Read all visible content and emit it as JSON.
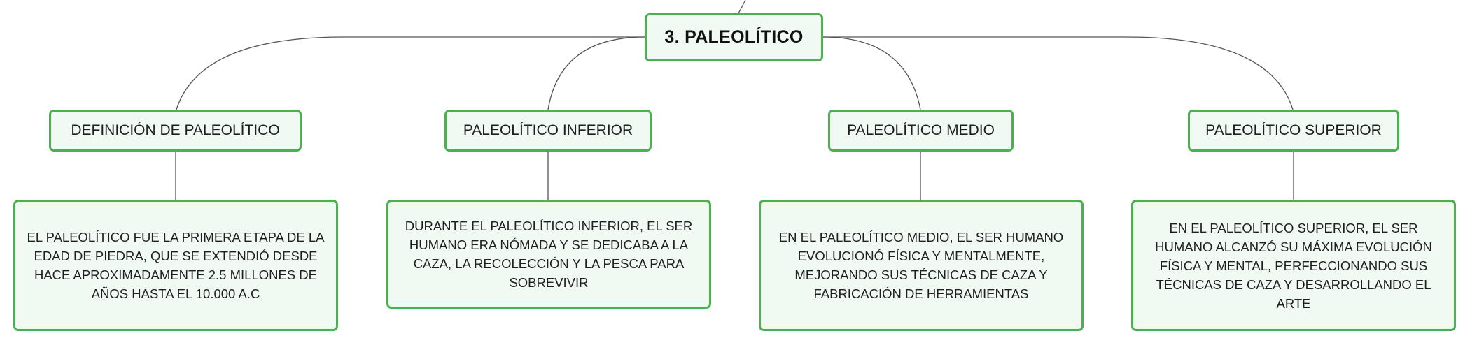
{
  "root": {
    "label": "3. PALEOLÍTICO"
  },
  "branches": [
    {
      "title": "DEFINICIÓN DE PALEOLÍTICO",
      "text": "EL PALEOLÍTICO FUE LA PRIMERA ETAPA DE LA EDAD DE PIEDRA, QUE SE EXTENDIÓ DESDE HACE APROXIMADAMENTE 2.5 MILLONES DE AÑOS HASTA EL 10.000 A.C"
    },
    {
      "title": "PALEOLÍTICO INFERIOR",
      "text": "DURANTE EL PALEOLÍTICO INFERIOR, EL SER HUMANO ERA NÓMADA Y SE DEDICABA A LA CAZA, LA RECOLECCIÓN Y LA PESCA PARA SOBREVIVIR"
    },
    {
      "title": "PALEOLÍTICO MEDIO",
      "text": "EN EL PALEOLÍTICO MEDIO, EL SER HUMANO EVOLUCIONÓ FÍSICA Y MENTALMENTE, MEJORANDO SUS TÉCNICAS DE CAZA Y FABRICACIÓN DE HERRAMIENTAS"
    },
    {
      "title": "PALEOLÍTICO SUPERIOR",
      "text": "EN EL PALEOLÍTICO SUPERIOR, EL SER HUMANO ALCANZÓ SU MÁXIMA EVOLUCIÓN FÍSICA Y MENTAL, PERFECCIONANDO SUS TÉCNICAS DE CAZA Y DESARROLLANDO EL ARTE"
    }
  ],
  "colors": {
    "node_border": "#4caf50",
    "node_fill": "#f1f9f3",
    "connector": "#555555"
  }
}
